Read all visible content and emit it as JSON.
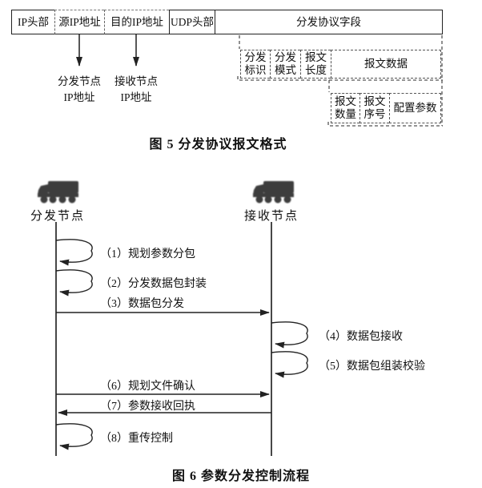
{
  "figure5": {
    "packet_row": {
      "cells": [
        {
          "label": "IP头部"
        },
        {
          "label": "源IP地址"
        },
        {
          "label": "目的IP地址"
        },
        {
          "label": "UDP头部"
        },
        {
          "label": "分发协议字段"
        }
      ]
    },
    "annotations": {
      "source_node": {
        "line1": "分发节点",
        "line2": "IP地址"
      },
      "dest_node": {
        "line1": "接收节点",
        "line2": "IP地址"
      }
    },
    "field_row": {
      "cells": [
        {
          "label": "分发标识"
        },
        {
          "label": "分发模式"
        },
        {
          "label": "报文长度"
        },
        {
          "label": "报文数据"
        }
      ]
    },
    "data_row": {
      "cells": [
        {
          "label": "报文数量"
        },
        {
          "label": "报文序号"
        },
        {
          "label": "配置参数"
        }
      ]
    },
    "caption": "图 5  分发协议报文格式"
  },
  "figure6": {
    "nodes": {
      "left": {
        "label": "分发节点",
        "icon": "truck-icon"
      },
      "right": {
        "label": "接收节点",
        "icon": "truck-icon"
      }
    },
    "messages": [
      {
        "id": "1",
        "label": "（1）规划参数分包",
        "type": "self",
        "node": "left"
      },
      {
        "id": "2",
        "label": "（2）分发数据包封装",
        "type": "self",
        "node": "left"
      },
      {
        "id": "3",
        "label": "（3）数据包分发",
        "type": "arrow",
        "from": "left",
        "to": "right"
      },
      {
        "id": "4",
        "label": "（4）数据包接收",
        "type": "self",
        "node": "right"
      },
      {
        "id": "5",
        "label": "（5）数据包组装校验",
        "type": "self",
        "node": "right"
      },
      {
        "id": "6",
        "label": "（6）规划文件确认",
        "type": "arrow",
        "from": "left",
        "to": "right"
      },
      {
        "id": "7",
        "label": "（7）参数接收回执",
        "type": "arrow",
        "from": "right",
        "to": "left"
      },
      {
        "id": "8",
        "label": "（8）重传控制",
        "type": "self",
        "node": "left"
      }
    ],
    "caption": "图 6  参数分发控制流程"
  },
  "colors": {
    "background": "#ffffff",
    "solid_line": "#222222",
    "dashed_line": "#555555",
    "text": "#111111",
    "icon": "#3c3c3c"
  }
}
